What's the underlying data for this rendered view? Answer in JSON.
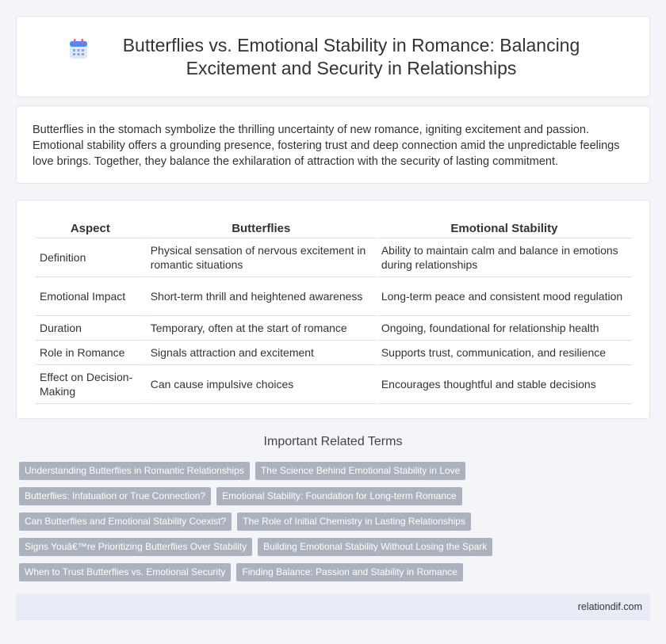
{
  "header": {
    "title": "Butterflies vs. Emotional Stability in Romance: Balancing Excitement and Security in Relationships",
    "icon": "calendar-icon",
    "accent": "#4a8df0"
  },
  "intro": {
    "text": "Butterflies in the stomach symbolize the thrilling uncertainty of new romance, igniting excitement and passion. Emotional stability offers a grounding presence, fostering trust and deep connection amid the unpredictable feelings love brings. Together, they balance the exhilaration of attraction with the security of lasting commitment."
  },
  "table": {
    "headers": [
      "Aspect",
      "Butterflies",
      "Emotional Stability"
    ],
    "rows": [
      [
        "Definition",
        "Physical sensation of nervous excitement in romantic situations",
        "Ability to maintain calm and balance in emotions during relationships"
      ],
      [
        "Emotional Impact",
        "Short-term thrill and heightened awareness",
        "Long-term peace and consistent mood regulation"
      ],
      [
        "Duration",
        "Temporary, often at the start of romance",
        "Ongoing, foundational for relationship health"
      ],
      [
        "Role in Romance",
        "Signals attraction and excitement",
        "Supports trust, communication, and resilience"
      ],
      [
        "Effect on Decision-Making",
        "Can cause impulsive choices",
        "Encourages thoughtful and stable decisions"
      ]
    ]
  },
  "related": {
    "title": "Important Related Terms",
    "tags": [
      [
        "Understanding Butterflies in Romantic Relationships",
        "The Science Behind Emotional Stability in Love"
      ],
      [
        "Butterflies: Infatuation or True Connection?",
        "Emotional Stability: Foundation for Long-term Romance"
      ],
      [
        "Can Butterflies and Emotional Stability Coexist?",
        "The Role of Initial Chemistry in Lasting Relationships"
      ],
      [
        "Signs Youâ€™re Prioritizing Butterflies Over Stability",
        "Building Emotional Stability Without Losing the Spark"
      ],
      [
        "When to Trust Butterflies vs. Emotional Security",
        "Finding Balance: Passion and Stability in Romance"
      ]
    ]
  },
  "footer": {
    "site": "relationdif.com"
  }
}
